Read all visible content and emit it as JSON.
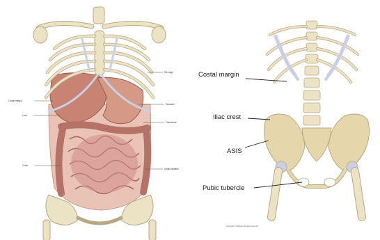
{
  "left_panel": {
    "labels": {
      "rib_cage": "Rib cage",
      "costal_margin": "Costal margin",
      "liver": "Liver",
      "stomach": "Stomach",
      "transverse_colon": "Transverse",
      "colon": "Colon",
      "small_intestine": "Small intestine"
    }
  },
  "right_panel": {
    "labels": {
      "costal_margin": "Costal margin",
      "iliac_crest": "Iliac crest",
      "asis": "ASIS",
      "pubic_tubercle": "Pubic tubercle"
    },
    "credit": "Copyright © Elsevier. All rights reserved."
  },
  "colors": {
    "bone": "#ece2c4",
    "bone_outline": "#b9a884",
    "cartilage": "#c9cfe6",
    "liver": "#c98372",
    "stomach": "#d49a86",
    "intestine": "#d08c86",
    "intestine_outline": "#a5605c",
    "pelvis": "#e6d6ac"
  }
}
